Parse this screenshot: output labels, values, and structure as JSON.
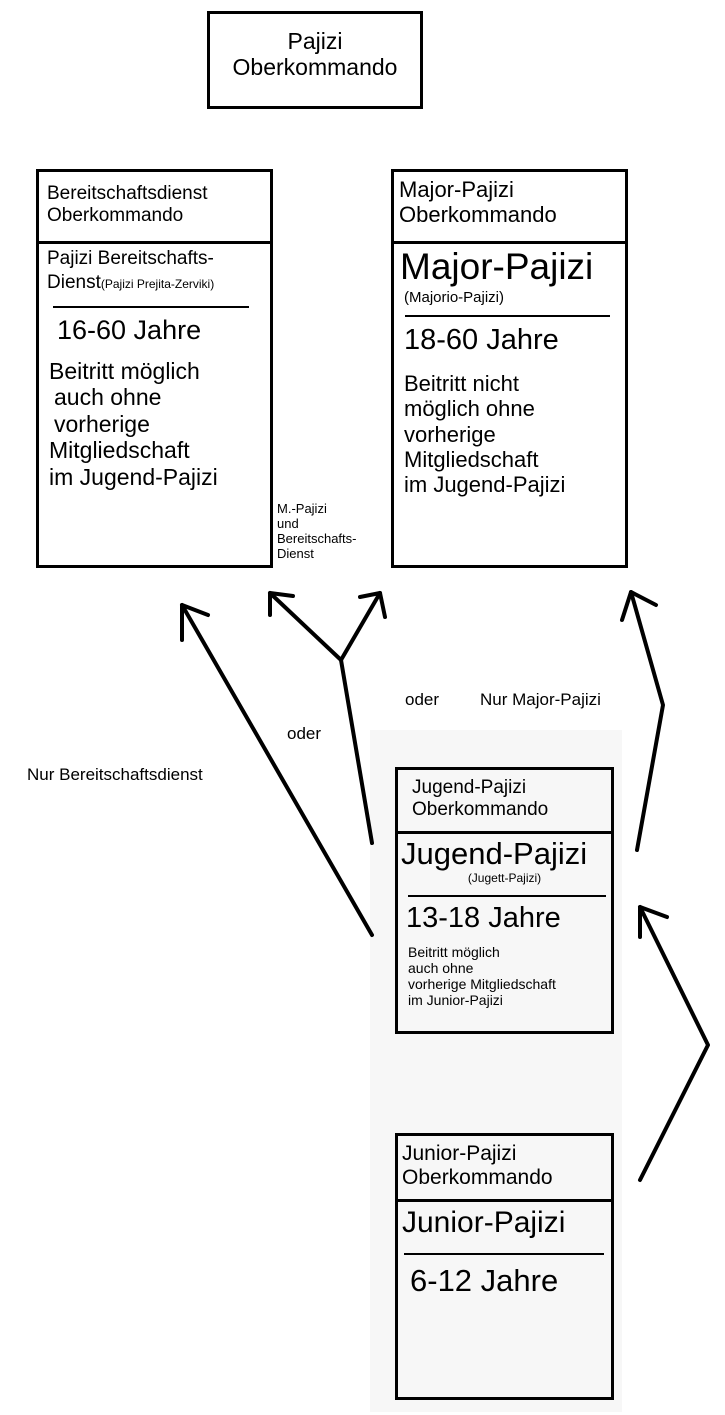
{
  "top": {
    "line1": "Pajizi",
    "line2": "Oberkommando"
  },
  "bereitschaft": {
    "header1": "Bereitschaftsdienst",
    "header2": "Oberkommando",
    "name1": "Pajizi Bereitschafts-",
    "name2": "Dienst",
    "alias": "(Pajizi Prejita-Zerviki)",
    "age": "16-60 Jahre",
    "desc": [
      "Beitritt möglich",
      "auch ohne",
      "vorherige",
      "Mitgliedschaft",
      "im Jugend-Pajizi"
    ]
  },
  "major": {
    "header1": "Major-Pajizi",
    "header2": "Oberkommando",
    "name": "Major-Pajizi",
    "alias": "(Majorio-Pajizi)",
    "age": "18-60 Jahre",
    "desc": [
      "Beitritt nicht",
      "möglich ohne",
      "vorherige",
      "Mitgliedschaft",
      "im Jugend-Pajizi"
    ]
  },
  "jugend": {
    "header1": "Jugend-Pajizi",
    "header2": "Oberkommando",
    "name": "Jugend-Pajizi",
    "alias": "(Jugett-Pajizi)",
    "age": "13-18 Jahre",
    "desc": [
      "Beitritt möglich",
      "auch ohne",
      "vorherige Mitgliedschaft",
      "im Junior-Pajizi"
    ]
  },
  "junior": {
    "header1": "Junior-Pajizi",
    "header2": "Oberkommando",
    "name": "Junior-Pajizi",
    "age": "6-12 Jahre"
  },
  "labels": {
    "both": [
      "M.-Pajizi",
      "und",
      "Bereitschafts-",
      "Dienst"
    ],
    "oder1": "oder",
    "oder2": "oder",
    "only_major": "Nur Major-Pajizi",
    "only_bereitschaft": "Nur Bereitschaftsdienst"
  }
}
